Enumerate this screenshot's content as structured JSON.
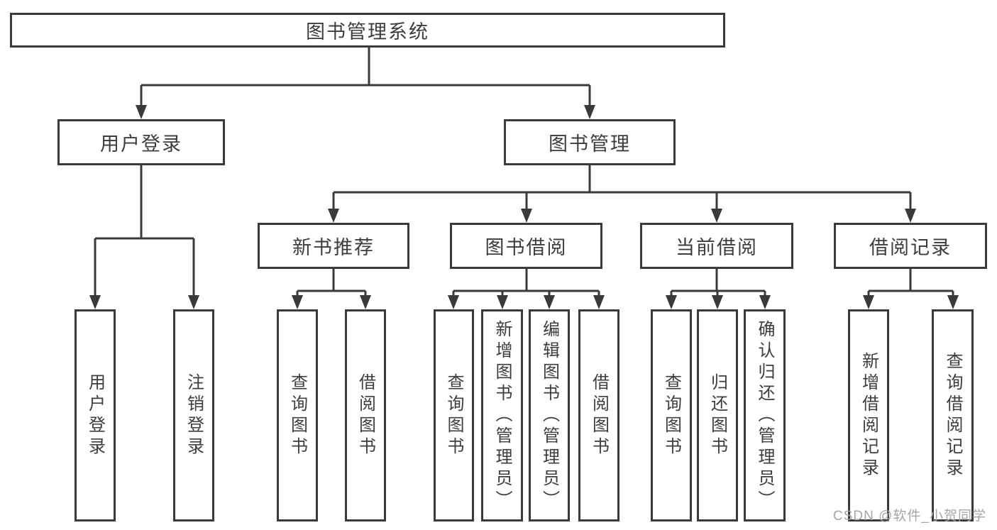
{
  "colors": {
    "line": "#3a3a3a",
    "box_border": "#3a3a3a",
    "box_fill": "#ffffff",
    "text": "#3d3d3d",
    "watermark": "#a6a6a6",
    "background": "#ffffff"
  },
  "tree": {
    "root": {
      "label": "图书管理系统"
    },
    "level2": [
      {
        "id": "user-login",
        "label": "用户登录",
        "parent": "root"
      },
      {
        "id": "book-management",
        "label": "图书管理",
        "parent": "root"
      }
    ],
    "level3": [
      {
        "id": "new-book-recommend",
        "label": "新书推荐",
        "parent": "book-management"
      },
      {
        "id": "book-borrowing",
        "label": "图书借阅",
        "parent": "book-management"
      },
      {
        "id": "current-borrowing",
        "label": "当前借阅",
        "parent": "book-management"
      },
      {
        "id": "borrowing-records",
        "label": "借阅记录",
        "parent": "book-management"
      }
    ],
    "leaves": [
      {
        "id": "user-login-action",
        "label": "用户登录",
        "parent": "user-login"
      },
      {
        "id": "logout-action",
        "label": "注销登录",
        "parent": "user-login"
      },
      {
        "id": "query-books-recommend",
        "label": "查询图书",
        "parent": "new-book-recommend"
      },
      {
        "id": "borrow-books-recommend",
        "label": "借阅图书",
        "parent": "new-book-recommend"
      },
      {
        "id": "query-books-borrowing",
        "label": "查询图书",
        "parent": "book-borrowing"
      },
      {
        "id": "add-books-admin",
        "label": "新增图书（管理员）",
        "parent": "book-borrowing"
      },
      {
        "id": "edit-books-admin",
        "label": "编辑图书（管理员）",
        "parent": "book-borrowing"
      },
      {
        "id": "borrow-books-borrowing",
        "label": "借阅图书",
        "parent": "book-borrowing"
      },
      {
        "id": "query-books-current",
        "label": "查询图书",
        "parent": "current-borrowing"
      },
      {
        "id": "return-books",
        "label": "归还图书",
        "parent": "current-borrowing"
      },
      {
        "id": "confirm-return-admin",
        "label": "确认归还（管理员）",
        "parent": "current-borrowing"
      },
      {
        "id": "add-borrow-record",
        "label": "新增借阅记录",
        "parent": "borrowing-records"
      },
      {
        "id": "query-borrow-record",
        "label": "查询借阅记录",
        "parent": "borrowing-records"
      }
    ]
  },
  "watermark": {
    "text": "CSDN @软件_小贺同学"
  }
}
